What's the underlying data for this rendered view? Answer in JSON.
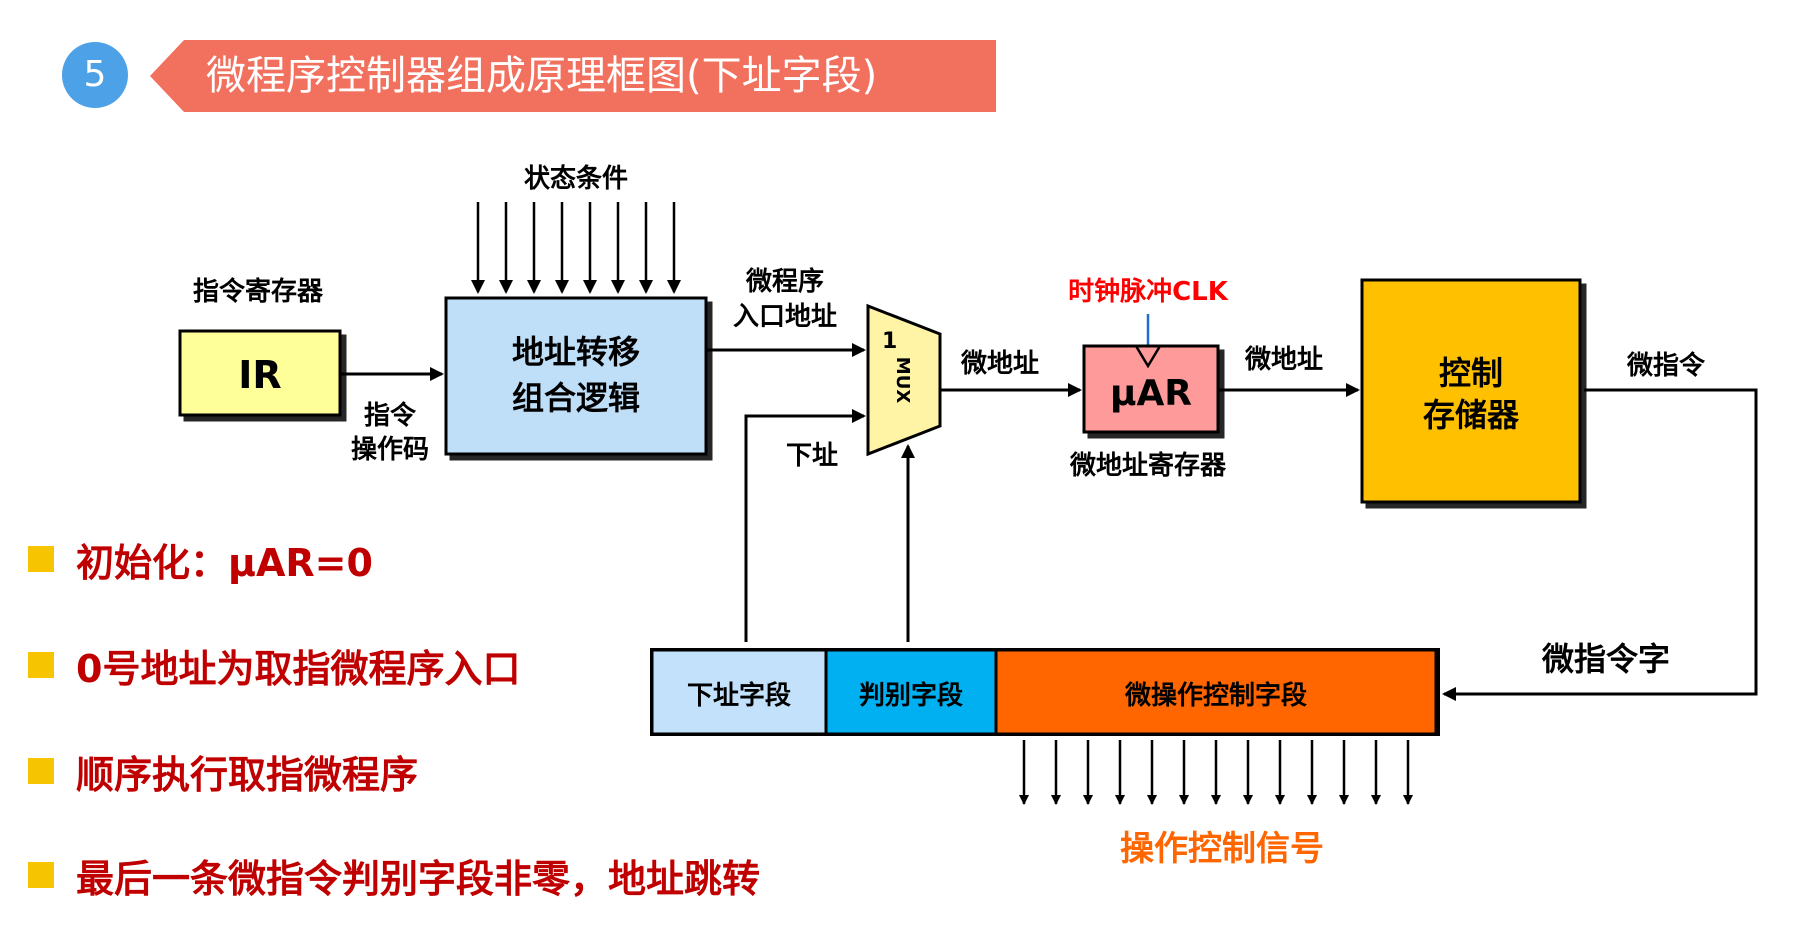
{
  "title": {
    "number": "5",
    "text": "微程序控制器组成原理框图(下址字段)"
  },
  "labels": {
    "status_conditions": "状态条件",
    "ir_caption": "指令寄存器",
    "ir": "IR",
    "opcode_line1": "指令",
    "opcode_line2": "操作码",
    "addr_logic_line1": "地址转移",
    "addr_logic_line2": "组合逻辑",
    "entry_line1": "微程序",
    "entry_line2": "入口地址",
    "next_addr": "下址",
    "mux_input": "1",
    "mux": "MUX",
    "micro_addr_1": "微地址",
    "clk": "时钟脉冲CLK",
    "uar": "μAR",
    "uar_caption": "微地址寄存器",
    "micro_addr_2": "微地址",
    "control_store_line1": "控制",
    "control_store_line2": "存储器",
    "micro_instruction": "微指令",
    "micro_instruction_word": "微指令字",
    "field_next": "下址字段",
    "field_judge": "判别字段",
    "field_microop": "微操作控制字段",
    "control_signals": "操作控制信号"
  },
  "colors": {
    "ir_fill": "#ffff99",
    "logic_fill": "#bfdff9",
    "mux_fill": "#fff3a6",
    "uar_fill": "#ff9a9a",
    "store_fill": "#ffc000",
    "field_next_fill": "#c3e1fb",
    "field_judge_fill": "#00b0f0",
    "field_microop_fill": "#ff6600",
    "clk_text": "#ff0000",
    "signals_text": "#ff6600",
    "bullet_text": "#c00000"
  },
  "bullets": [
    "初始化：μAR=0",
    "0号地址为取指微程序入口",
    "顺序执行取指微程序",
    "最后一条微指令判别字段非零，地址跳转"
  ]
}
